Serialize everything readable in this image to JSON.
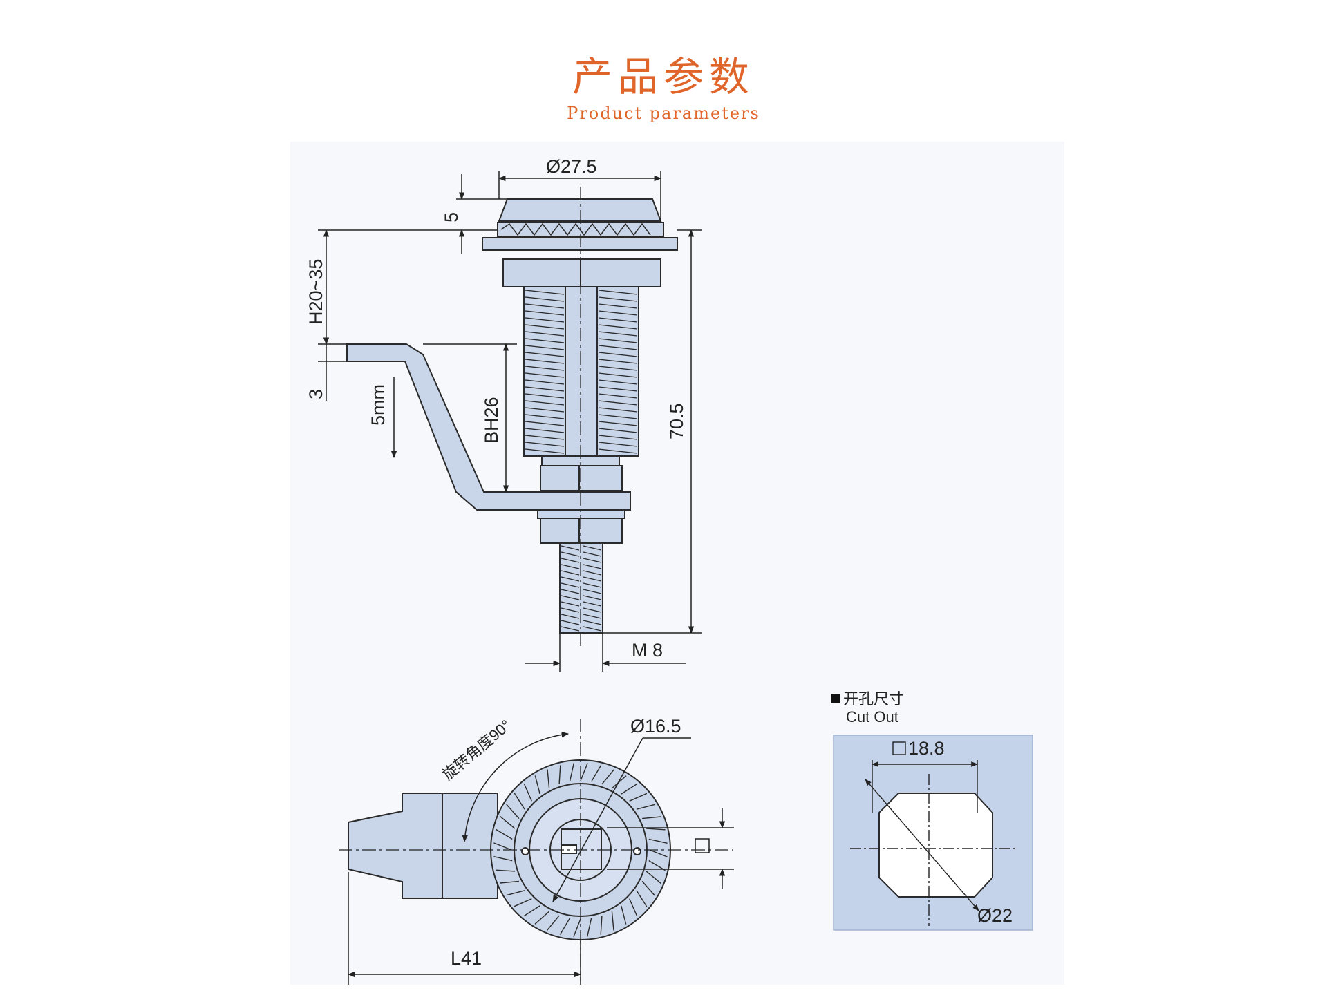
{
  "header": {
    "title_cn": "产品参数",
    "title_en": "Product parameters"
  },
  "side_view": {
    "dim_head_dia": "Ø27.5",
    "dim_head_h": "5",
    "dim_h_range": "H20~35",
    "dim_3": "3",
    "dim_5mm": "5mm",
    "dim_bh": "BH26",
    "dim_total": "70.5",
    "dim_thread": "M 8"
  },
  "top_view": {
    "rotation": "旋转角度90°",
    "dim_dia": "Ø16.5",
    "dim_length": "L41"
  },
  "cutout": {
    "label_cn": "开孔尺寸",
    "label_en": "Cut Out",
    "dim_square": "18.8",
    "dim_dia": "Ø22"
  },
  "colors": {
    "accent": "#e0652a",
    "part_fill": "#c9d6ea",
    "panel_fill": "#c5d3ea"
  }
}
